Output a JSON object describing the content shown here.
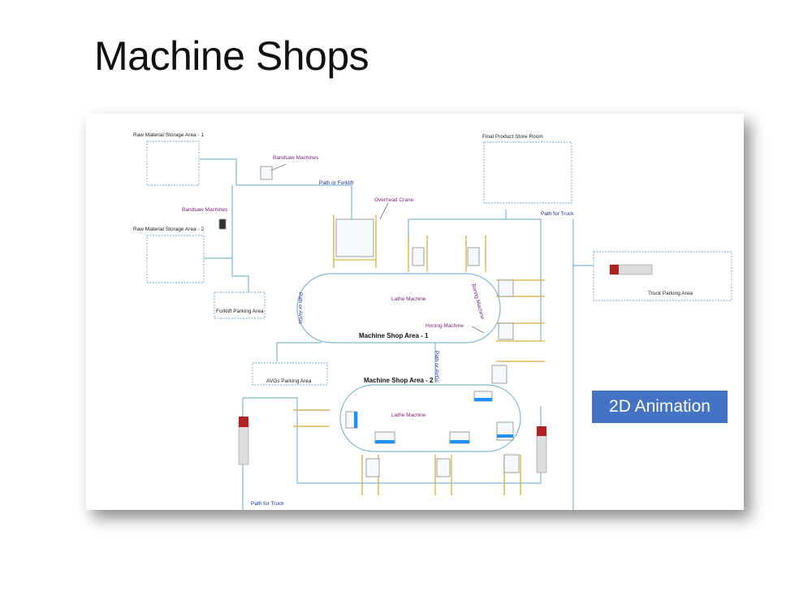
{
  "slide": {
    "title": "Machine Shops",
    "button_label": "2D Animation"
  },
  "layout_labels": {
    "raw_storage_1": "Raw Material Storage Area - 1",
    "raw_storage_2": "Raw Material Storage Area - 2",
    "bandsaw_top": "Bandsaw Machines",
    "bandsaw_left": "Bandsaw Machines",
    "path_forklift": "Path or Forklift",
    "overhead_crane": "Overhead Crane",
    "final_store": "Final Product Store Room",
    "path_truck_top": "Path for Truck",
    "truck_parking": "Truck Parking Area",
    "forklift_parking": "Forklift Parking Area",
    "path_agv_1": "Path or AVGs",
    "path_agv_2": "Path or AVGs",
    "lathe_1": "Lathe Machine",
    "boring": "Boring Machine",
    "honing": "Honing Machine",
    "shop_area_1": "Machine Shop Area - 1",
    "agv_parking": "AVGs Parking Area",
    "shop_area_2": "Machine Shop Area - 2",
    "lathe_2": "Lathe Machine",
    "path_truck_bottom": "Path for Truck"
  },
  "colors": {
    "path_line": "#7fb8d4",
    "area_dash": "#6aa8cc",
    "rail_gold": "#d8b040",
    "truck_red": "#b22222",
    "machine_blue": "#1e90ff",
    "button_bg": "#4472c4"
  }
}
